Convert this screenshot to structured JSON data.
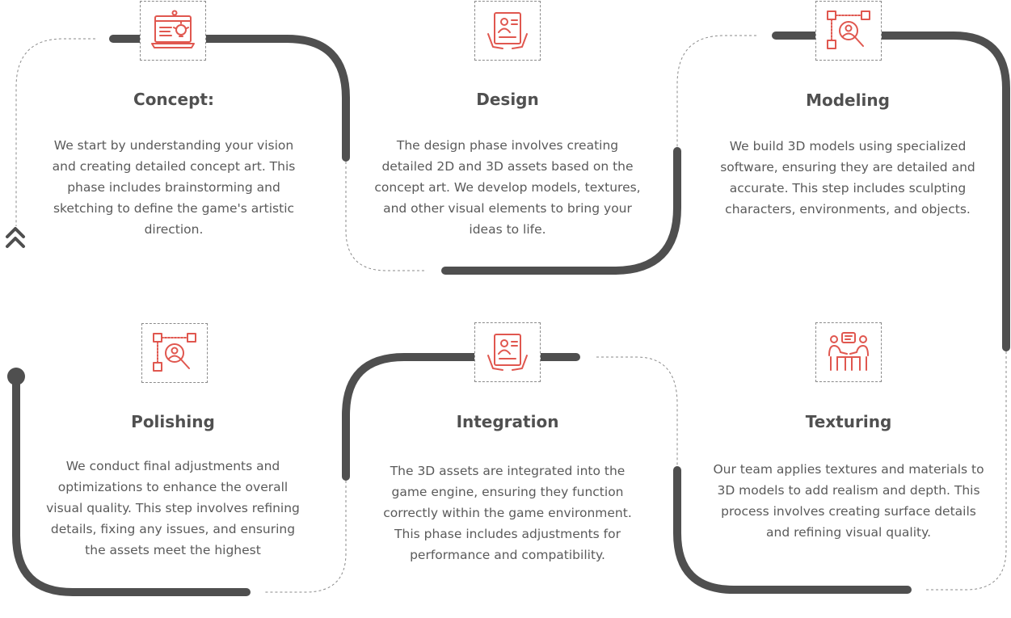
{
  "colors": {
    "track": "#4f4f4f",
    "dashed": "#8a8a8a",
    "icon_accent": "#e0574f"
  },
  "steps": [
    {
      "title": "Concept:",
      "icon": "concept-laptop-bulb-icon",
      "text": "We start by understanding your vision and creating detailed concept art. This phase includes brainstorming and sketching to define the game's artistic direction."
    },
    {
      "title": "Design",
      "icon": "design-tablet-person-icon",
      "text": "The design phase involves creating detailed 2D and 3D assets based on the concept art. We develop models, textures, and other visual elements to bring your ideas to life."
    },
    {
      "title": "Modeling",
      "icon": "modeling-search-people-icon",
      "text": "We build 3D models using specialized software, ensuring they are detailed and accurate. This step includes sculpting characters, environments, and objects."
    },
    {
      "title": "Polishing",
      "icon": "polishing-search-people-icon",
      "text": "We conduct final adjustments and optimizations to enhance the overall visual quality. This step involves refining details, fixing any issues, and ensuring the assets meet the highest"
    },
    {
      "title": "Integration",
      "icon": "integration-tablet-person-icon",
      "text": "The 3D assets are integrated into the game engine, ensuring they function correctly within the game environment. This phase includes adjustments for performance and compatibility."
    },
    {
      "title": "Texturing",
      "icon": "texturing-meeting-people-icon",
      "text": "Our team applies textures and materials to 3D models to add realism and depth. This process involves creating surface details and refining visual quality."
    }
  ]
}
